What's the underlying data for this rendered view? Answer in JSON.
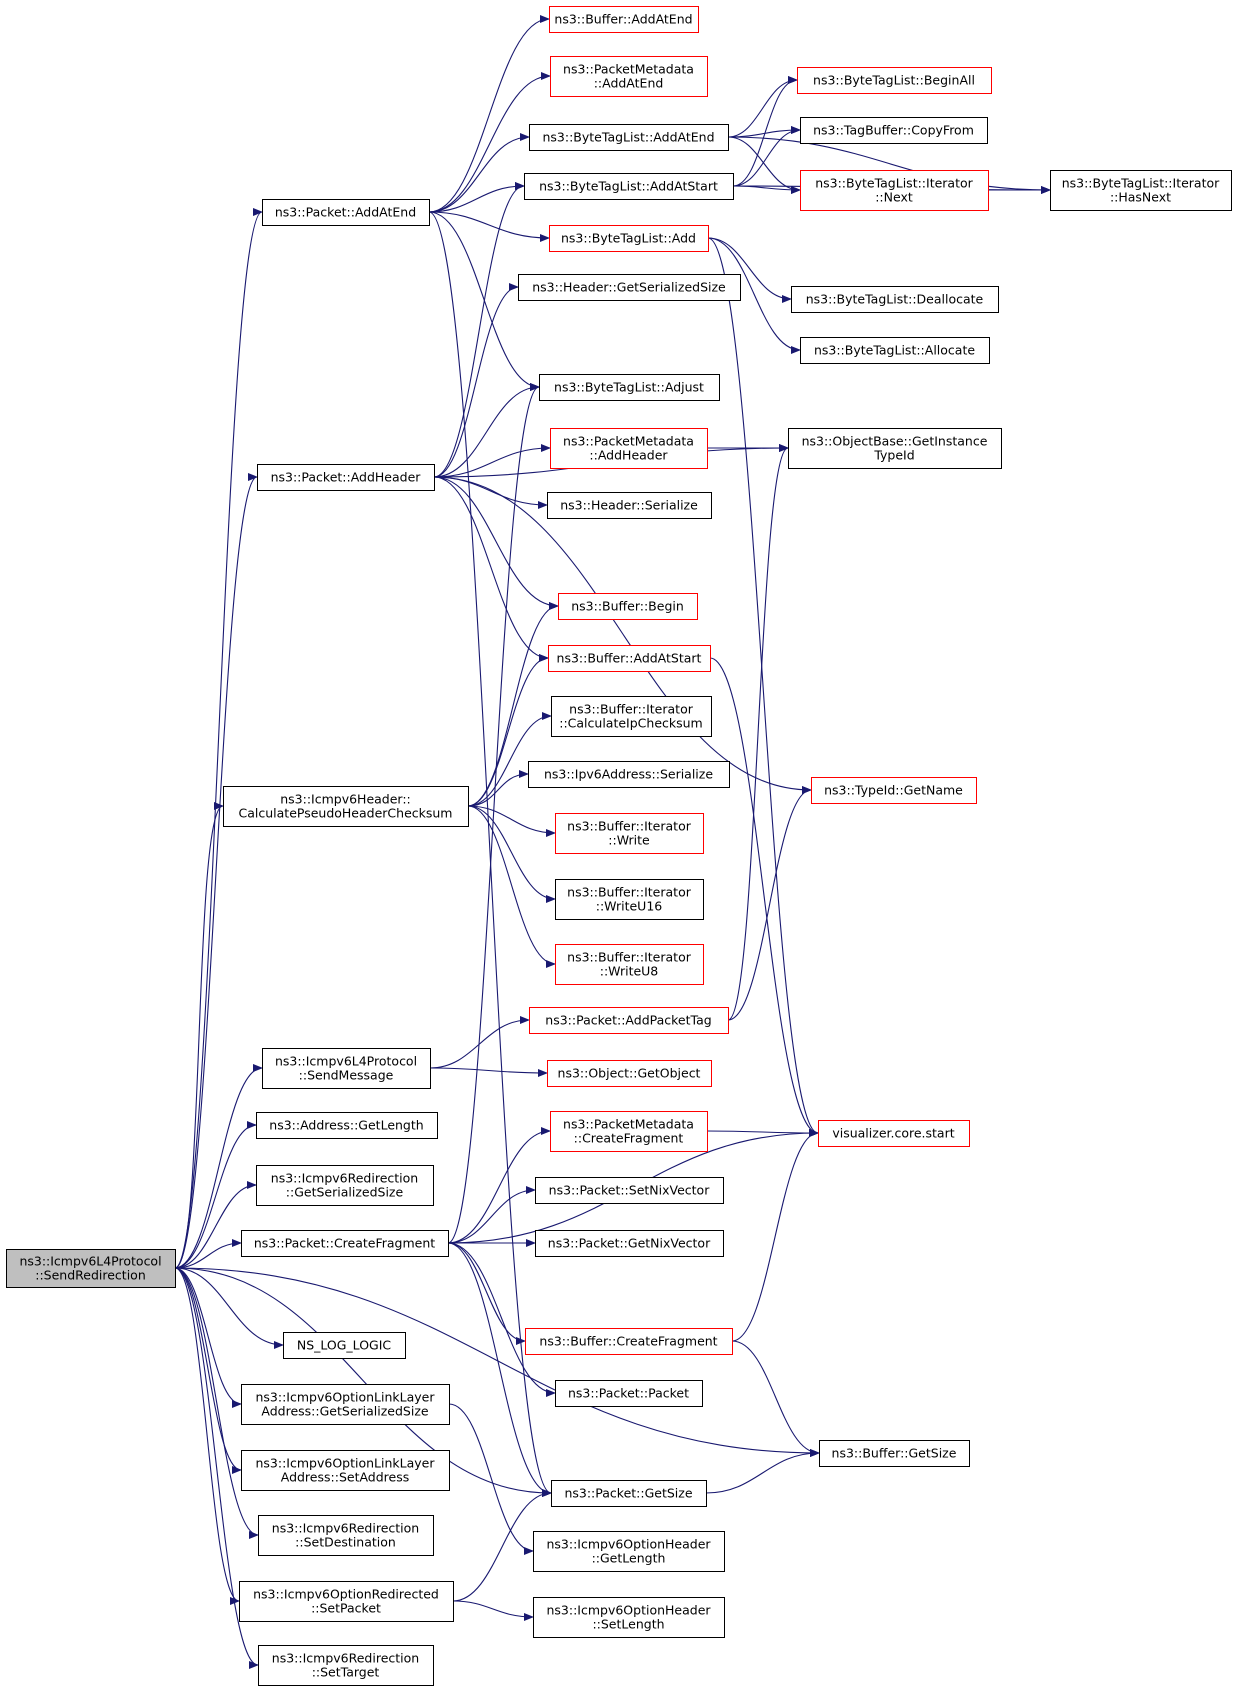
{
  "root": "sendredirection",
  "colors": {
    "edge": "#191970",
    "normal_border": "#000000",
    "red_border": "#ff0000",
    "root_fill": "#bfbfbf"
  },
  "nodes": [
    {
      "id": "sendredirection",
      "lines": [
        "ns3::Icmpv6L4Protocol",
        "::SendRedirection"
      ],
      "style": "root"
    },
    {
      "id": "addatend",
      "lines": [
        "ns3::Packet::AddAtEnd"
      ],
      "style": "normal"
    },
    {
      "id": "addheader",
      "lines": [
        "ns3::Packet::AddHeader"
      ],
      "style": "normal"
    },
    {
      "id": "calcpseudo",
      "lines": [
        "ns3::Icmpv6Header::",
        "CalculatePseudoHeaderChecksum"
      ],
      "style": "normal"
    },
    {
      "id": "sendmessage",
      "lines": [
        "ns3::Icmpv6L4Protocol",
        "::SendMessage"
      ],
      "style": "normal"
    },
    {
      "id": "addrgetlength",
      "lines": [
        "ns3::Address::GetLength"
      ],
      "style": "normal"
    },
    {
      "id": "redirgetsersize",
      "lines": [
        "ns3::Icmpv6Redirection",
        "::GetSerializedSize"
      ],
      "style": "normal"
    },
    {
      "id": "createfragment",
      "lines": [
        "ns3::Packet::CreateFragment"
      ],
      "style": "normal"
    },
    {
      "id": "nslog",
      "lines": [
        "NS_LOG_LOGIC"
      ],
      "style": "normal"
    },
    {
      "id": "optllgetsersize",
      "lines": [
        "ns3::Icmpv6OptionLinkLayer",
        "Address::GetSerializedSize"
      ],
      "style": "normal"
    },
    {
      "id": "optllsetaddress",
      "lines": [
        "ns3::Icmpv6OptionLinkLayer",
        "Address::SetAddress"
      ],
      "style": "normal"
    },
    {
      "id": "redirsetdest",
      "lines": [
        "ns3::Icmpv6Redirection",
        "::SetDestination"
      ],
      "style": "normal"
    },
    {
      "id": "optredirsetpacket",
      "lines": [
        "ns3::Icmpv6OptionRedirected",
        "::SetPacket"
      ],
      "style": "normal"
    },
    {
      "id": "redirsettarget",
      "lines": [
        "ns3::Icmpv6Redirection",
        "::SetTarget"
      ],
      "style": "normal"
    },
    {
      "id": "bufaddatend",
      "lines": [
        "ns3::Buffer::AddAtEnd"
      ],
      "style": "red"
    },
    {
      "id": "pmaddatend",
      "lines": [
        "ns3::PacketMetadata",
        "::AddAtEnd"
      ],
      "style": "red"
    },
    {
      "id": "btladdatend",
      "lines": [
        "ns3::ByteTagList::AddAtEnd"
      ],
      "style": "normal"
    },
    {
      "id": "btladdatstart",
      "lines": [
        "ns3::ByteTagList::AddAtStart"
      ],
      "style": "normal"
    },
    {
      "id": "btladd",
      "lines": [
        "ns3::ByteTagList::Add"
      ],
      "style": "red"
    },
    {
      "id": "hdrgetsersize",
      "lines": [
        "ns3::Header::GetSerializedSize"
      ],
      "style": "normal"
    },
    {
      "id": "btladjust",
      "lines": [
        "ns3::ByteTagList::Adjust"
      ],
      "style": "normal"
    },
    {
      "id": "pmaddheader",
      "lines": [
        "ns3::PacketMetadata",
        "::AddHeader"
      ],
      "style": "red"
    },
    {
      "id": "hdrserialize",
      "lines": [
        "ns3::Header::Serialize"
      ],
      "style": "normal"
    },
    {
      "id": "bufbegin",
      "lines": [
        "ns3::Buffer::Begin"
      ],
      "style": "red"
    },
    {
      "id": "bufaddatstart",
      "lines": [
        "ns3::Buffer::AddAtStart"
      ],
      "style": "red"
    },
    {
      "id": "bufitcalcip",
      "lines": [
        "ns3::Buffer::Iterator",
        "::CalculateIpChecksum"
      ],
      "style": "normal"
    },
    {
      "id": "ipv6serialize",
      "lines": [
        "ns3::Ipv6Address::Serialize"
      ],
      "style": "normal"
    },
    {
      "id": "bufitwrite",
      "lines": [
        "ns3::Buffer::Iterator",
        "::Write"
      ],
      "style": "red"
    },
    {
      "id": "bufitwriteu16",
      "lines": [
        "ns3::Buffer::Iterator",
        "::WriteU16"
      ],
      "style": "normal"
    },
    {
      "id": "bufitwriteu8",
      "lines": [
        "ns3::Buffer::Iterator",
        "::WriteU8"
      ],
      "style": "red"
    },
    {
      "id": "addpackettag",
      "lines": [
        "ns3::Packet::AddPacketTag"
      ],
      "style": "red"
    },
    {
      "id": "getobject",
      "lines": [
        "ns3::Object::GetObject"
      ],
      "style": "red"
    },
    {
      "id": "pmcreatefrag",
      "lines": [
        "ns3::PacketMetadata",
        "::CreateFragment"
      ],
      "style": "red"
    },
    {
      "id": "setnixvector",
      "lines": [
        "ns3::Packet::SetNixVector"
      ],
      "style": "normal"
    },
    {
      "id": "getnixvector",
      "lines": [
        "ns3::Packet::GetNixVector"
      ],
      "style": "normal"
    },
    {
      "id": "bufcreatefrag",
      "lines": [
        "ns3::Buffer::CreateFragment"
      ],
      "style": "red"
    },
    {
      "id": "packetctor",
      "lines": [
        "ns3::Packet::Packet"
      ],
      "style": "normal"
    },
    {
      "id": "packetgetsize",
      "lines": [
        "ns3::Packet::GetSize"
      ],
      "style": "normal"
    },
    {
      "id": "optgetlength",
      "lines": [
        "ns3::Icmpv6OptionHeader",
        "::GetLength"
      ],
      "style": "normal"
    },
    {
      "id": "optsetlength",
      "lines": [
        "ns3::Icmpv6OptionHeader",
        "::SetLength"
      ],
      "style": "normal"
    },
    {
      "id": "btlbeginall",
      "lines": [
        "ns3::ByteTagList::BeginAll"
      ],
      "style": "red"
    },
    {
      "id": "tagbufcopyfrom",
      "lines": [
        "ns3::TagBuffer::CopyFrom"
      ],
      "style": "normal"
    },
    {
      "id": "btlitnext",
      "lines": [
        "ns3::ByteTagList::Iterator",
        "::Next"
      ],
      "style": "red"
    },
    {
      "id": "btldealloc",
      "lines": [
        "ns3::ByteTagList::Deallocate"
      ],
      "style": "normal"
    },
    {
      "id": "btlalloc",
      "lines": [
        "ns3::ByteTagList::Allocate"
      ],
      "style": "normal"
    },
    {
      "id": "objbasegetinst",
      "lines": [
        "ns3::ObjectBase::GetInstance",
        "TypeId"
      ],
      "style": "normal"
    },
    {
      "id": "typeidgetname",
      "lines": [
        "ns3::TypeId::GetName"
      ],
      "style": "red"
    },
    {
      "id": "vizstart",
      "lines": [
        "visualizer.core.start"
      ],
      "style": "red"
    },
    {
      "id": "bufgetsize",
      "lines": [
        "ns3::Buffer::GetSize"
      ],
      "style": "normal"
    },
    {
      "id": "btlithasnext",
      "lines": [
        "ns3::ByteTagList::Iterator",
        "::HasNext"
      ],
      "style": "normal"
    }
  ],
  "edges": [
    [
      "sendredirection",
      "addatend"
    ],
    [
      "sendredirection",
      "addheader"
    ],
    [
      "sendredirection",
      "calcpseudo"
    ],
    [
      "sendredirection",
      "sendmessage"
    ],
    [
      "sendredirection",
      "addrgetlength"
    ],
    [
      "sendredirection",
      "redirgetsersize"
    ],
    [
      "sendredirection",
      "createfragment"
    ],
    [
      "sendredirection",
      "nslog"
    ],
    [
      "sendredirection",
      "optllgetsersize"
    ],
    [
      "sendredirection",
      "optllsetaddress"
    ],
    [
      "sendredirection",
      "redirsetdest"
    ],
    [
      "sendredirection",
      "optredirsetpacket"
    ],
    [
      "sendredirection",
      "redirsettarget"
    ],
    [
      "sendredirection",
      "packetgetsize"
    ],
    [
      "sendredirection",
      "bufgetsize"
    ],
    [
      "addatend",
      "bufaddatend"
    ],
    [
      "addatend",
      "pmaddatend"
    ],
    [
      "addatend",
      "btladdatend"
    ],
    [
      "addatend",
      "btladdatstart"
    ],
    [
      "addatend",
      "btladd"
    ],
    [
      "addatend",
      "btladjust"
    ],
    [
      "addatend",
      "packetgetsize"
    ],
    [
      "addheader",
      "btladdatstart"
    ],
    [
      "addheader",
      "hdrgetsersize"
    ],
    [
      "addheader",
      "btladjust"
    ],
    [
      "addheader",
      "objbasegetinst"
    ],
    [
      "addheader",
      "pmaddheader"
    ],
    [
      "addheader",
      "hdrserialize"
    ],
    [
      "addheader",
      "bufbegin"
    ],
    [
      "addheader",
      "bufaddatstart"
    ],
    [
      "addheader",
      "typeidgetname"
    ],
    [
      "calcpseudo",
      "bufbegin"
    ],
    [
      "calcpseudo",
      "bufaddatstart"
    ],
    [
      "calcpseudo",
      "bufitcalcip"
    ],
    [
      "calcpseudo",
      "ipv6serialize"
    ],
    [
      "calcpseudo",
      "bufitwrite"
    ],
    [
      "calcpseudo",
      "bufitwriteu16"
    ],
    [
      "calcpseudo",
      "bufitwriteu8"
    ],
    [
      "sendmessage",
      "addpackettag"
    ],
    [
      "sendmessage",
      "getobject"
    ],
    [
      "createfragment",
      "btladjust"
    ],
    [
      "createfragment",
      "pmcreatefrag"
    ],
    [
      "createfragment",
      "setnixvector"
    ],
    [
      "createfragment",
      "getnixvector"
    ],
    [
      "createfragment",
      "vizstart"
    ],
    [
      "createfragment",
      "bufcreatefrag"
    ],
    [
      "createfragment",
      "packetctor"
    ],
    [
      "createfragment",
      "packetgetsize"
    ],
    [
      "optllgetsersize",
      "optgetlength"
    ],
    [
      "optredirsetpacket",
      "packetgetsize"
    ],
    [
      "optredirsetpacket",
      "optsetlength"
    ],
    [
      "btladdatend",
      "btlbeginall"
    ],
    [
      "btladdatend",
      "tagbufcopyfrom"
    ],
    [
      "btladdatend",
      "btlitnext"
    ],
    [
      "btladdatend",
      "btlithasnext"
    ],
    [
      "btladdatstart",
      "btlbeginall"
    ],
    [
      "btladdatstart",
      "tagbufcopyfrom"
    ],
    [
      "btladdatstart",
      "btlitnext"
    ],
    [
      "btladdatstart",
      "btlithasnext"
    ],
    [
      "btladd",
      "btldealloc"
    ],
    [
      "btladd",
      "btlalloc"
    ],
    [
      "btladd",
      "vizstart"
    ],
    [
      "btlitnext",
      "btlithasnext"
    ],
    [
      "pmaddheader",
      "objbasegetinst"
    ],
    [
      "bufaddatstart",
      "vizstart"
    ],
    [
      "addpackettag",
      "objbasegetinst"
    ],
    [
      "addpackettag",
      "typeidgetname"
    ],
    [
      "pmcreatefrag",
      "vizstart"
    ],
    [
      "bufcreatefrag",
      "vizstart"
    ],
    [
      "bufcreatefrag",
      "bufgetsize"
    ],
    [
      "packetgetsize",
      "bufgetsize"
    ]
  ]
}
